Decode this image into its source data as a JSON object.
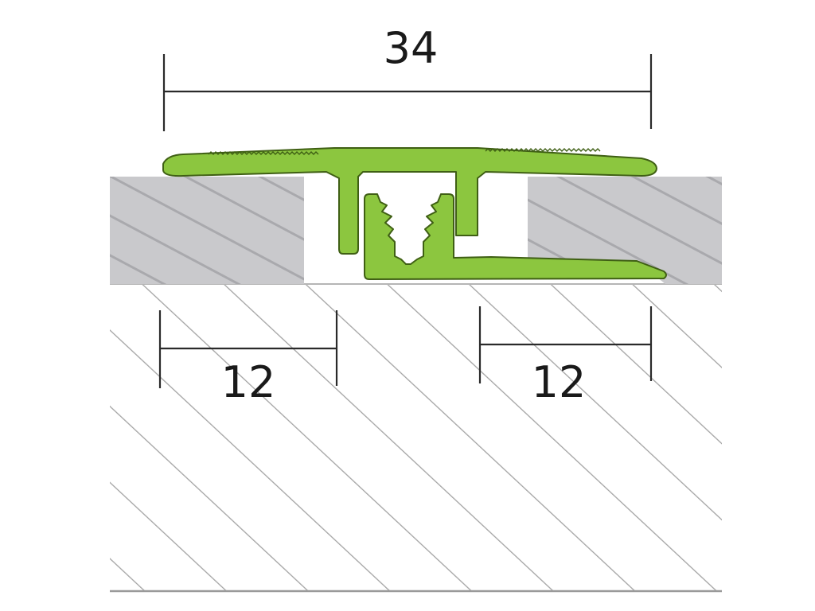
{
  "dimensions": {
    "top": "34",
    "bottom_left": "12",
    "bottom_right": "12"
  },
  "colors": {
    "background": "#ffffff",
    "profile_fill": "#8cc63f",
    "profile_outline": "#3f5f14",
    "tile_fill": "#c9c9cc",
    "tile_hatch": "#a9a9ad",
    "substrate_hatch": "#a3a3a3",
    "dimension_line": "#2a2a2a",
    "dimension_text": "#1a1a1a"
  }
}
